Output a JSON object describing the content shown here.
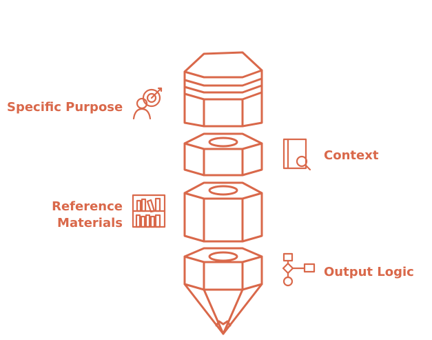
{
  "colors": {
    "accent": "#D9684A",
    "background": "#FFFFFF"
  },
  "labels": {
    "specific_purpose": "Specific Purpose",
    "context": "Context",
    "reference_line1": "Reference",
    "reference_line2": "Materials",
    "output_logic": "Output Logic"
  },
  "icons": {
    "specific_purpose": "person-target-icon",
    "context": "book-search-icon",
    "reference": "bookshelf-icon",
    "output_logic": "flowchart-icon"
  }
}
